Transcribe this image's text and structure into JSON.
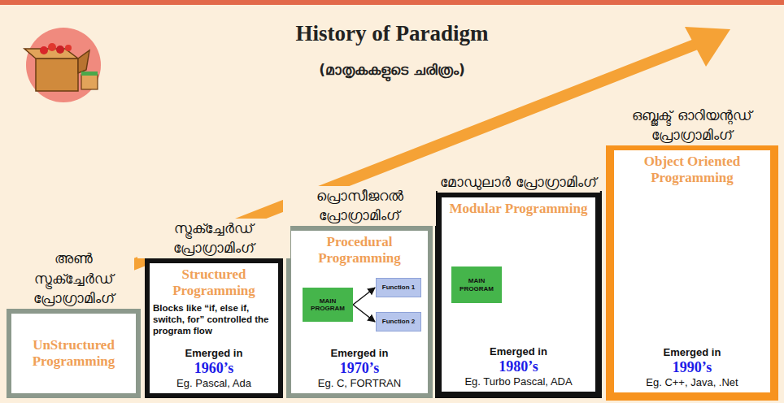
{
  "diagram": {
    "title": "History of Paradigm",
    "nodes": [
      {
        "text": [
          "അൺ സ്ട്രക്ച്ചേർഡ് പ്രോഗ്രാമിംഗ്",
          "UnStructured Programming"
        ]
      },
      {
        "text": [
          "സ്ട്രക്ച്ചേർഡ് പ്രോഗ്രാമിംഗ്",
          "Structured Programming",
          "Blocks like “if, else if, switch, for” controlled the program flow",
          "Emerged in",
          "1960’s",
          "Eg. Pascal, Ada"
        ]
      },
      {
        "text": [
          "പ്രൊസീജറൽ പ്രോഗ്രാമിംഗ്",
          "Procedural Programming",
          "Emerged in",
          "1970’s",
          "Eg. C, FORTRAN"
        ]
      },
      {
        "text": [
          "MAIN PROGRAM"
        ],
        "in": 2
      },
      {
        "text": [
          "Function 1"
        ],
        "in": 2
      },
      {
        "text": [
          "Function 2"
        ],
        "in": 2
      },
      {
        "text": [
          "മോഡുലാർ പ്രോഗ്രാമിംഗ്",
          "Modular Programming",
          "Emerged in",
          "1980’s",
          "Eg. Turbo Pascal, ADA"
        ]
      },
      {
        "text": [
          "MAIN PROGRAM"
        ],
        "in": 6
      },
      {
        "text": [
          "ഒബ്ജക്ട് ഓറിയന്റഡ് പ്രോഗ്രാമിംഗ്",
          "Object Oriented Programming",
          "Emerged in",
          "1990’s",
          "Eg. C++, Java, .Net"
        ]
      }
    ],
    "edges": [
      {
        "from": 3,
        "to": 4,
        "arrow": "to"
      },
      {
        "from": 3,
        "to": 5,
        "arrow": "to"
      }
    ],
    "labels": [
      "(മാതൃകകളുടെ ചരിത്രം)"
    ]
  }
}
